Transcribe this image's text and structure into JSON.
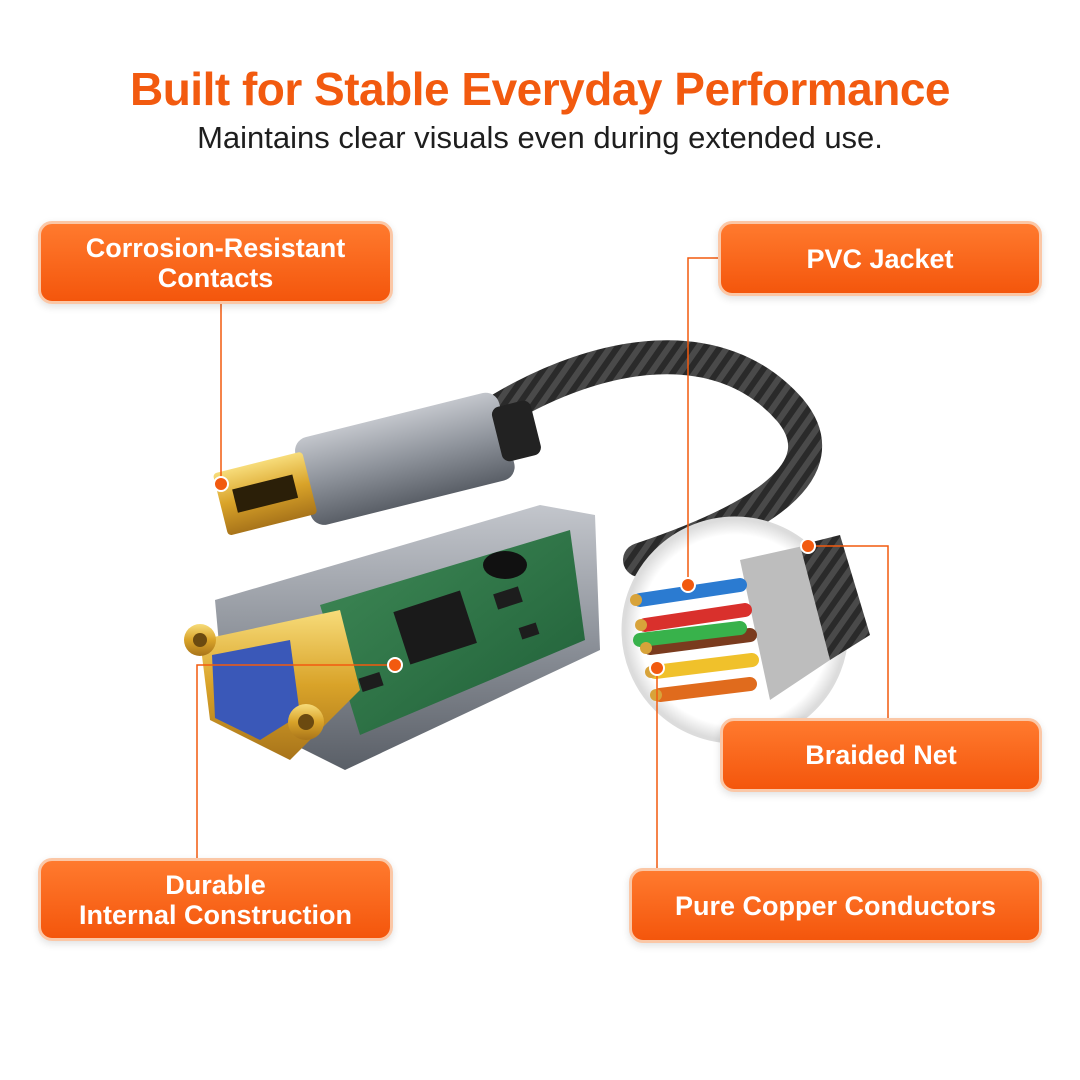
{
  "header": {
    "title": "Built for Stable Everyday Performance",
    "subtitle": "Maintains clear visuals even during extended use."
  },
  "callouts": {
    "contacts": [
      "Corrosion-Resistant",
      "Contacts"
    ],
    "pvc": "PVC Jacket",
    "braided": "Braided Net",
    "construction": [
      "Durable",
      "Internal Construction"
    ],
    "copper": "Pure Copper Conductors"
  },
  "colors": {
    "accent": "#f25a0f",
    "label_border": "#fbc7a6",
    "text": "#1e1e1e"
  }
}
